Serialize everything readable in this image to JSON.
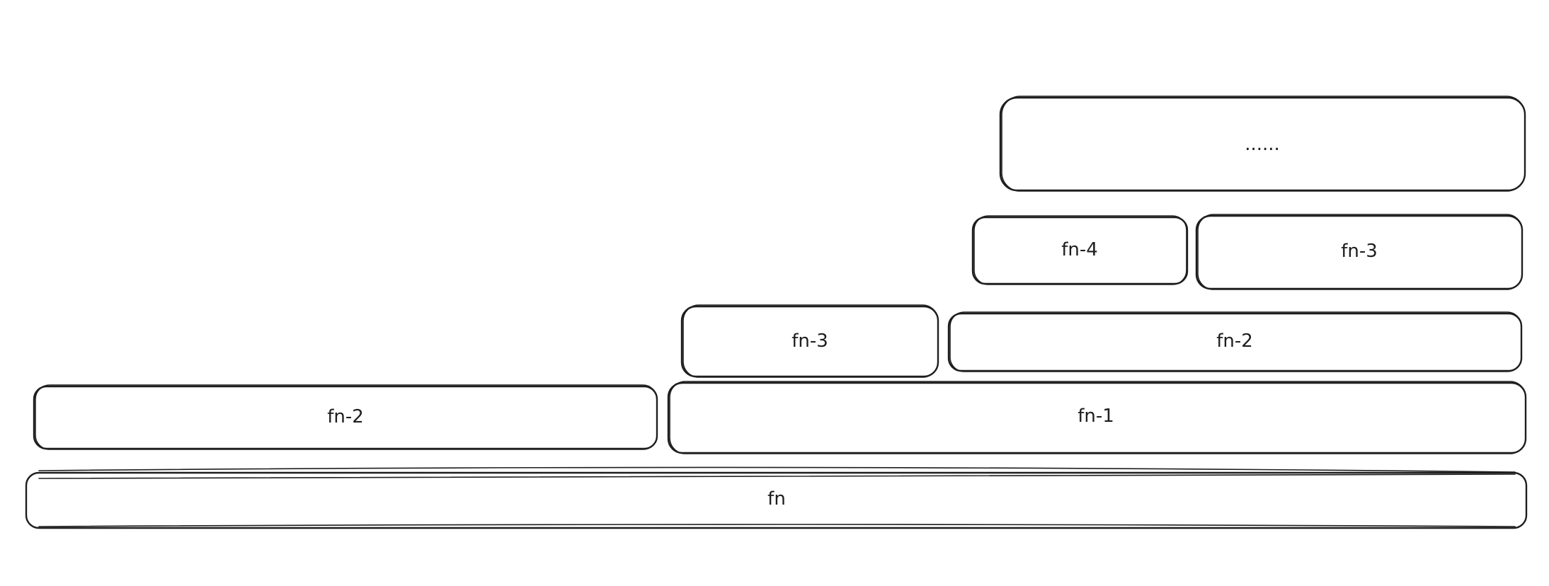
{
  "diagram": {
    "boxes": [
      {
        "label": "......"
      },
      {
        "label": "fn-4"
      },
      {
        "label": "fn-3"
      },
      {
        "label": "fn-3"
      },
      {
        "label": "fn-2"
      },
      {
        "label": "fn-2"
      },
      {
        "label": "fn-1"
      },
      {
        "label": "fn"
      }
    ],
    "colors": {
      "stroke": "#1e1e1e",
      "background": "#ffffff"
    }
  }
}
